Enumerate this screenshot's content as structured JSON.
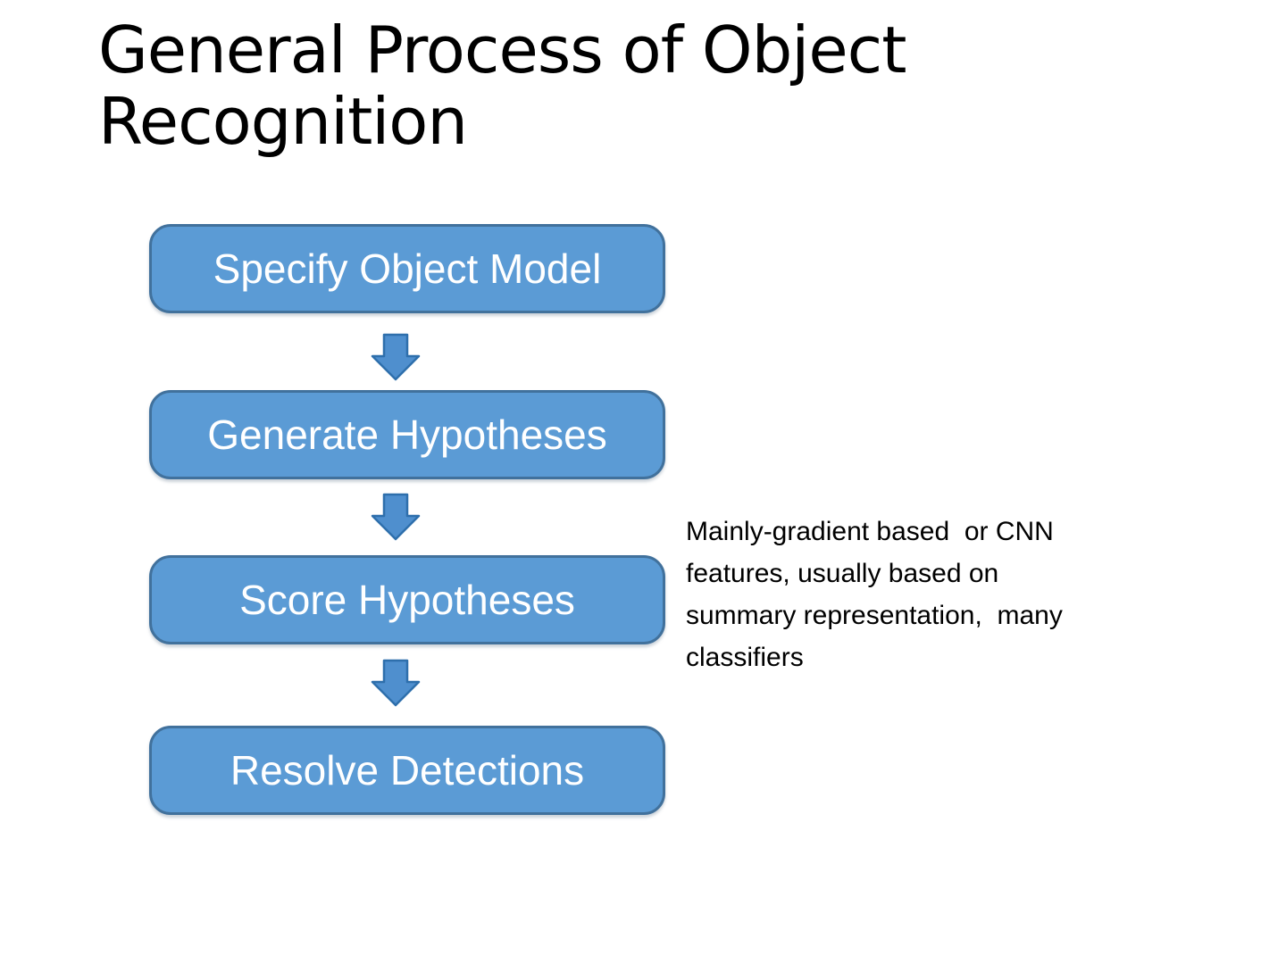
{
  "slide": {
    "title": "General Process of Object Recognition"
  },
  "flow": {
    "steps": [
      {
        "label": "Specify Object Model"
      },
      {
        "label": "Generate Hypotheses"
      },
      {
        "label": "Score Hypotheses"
      },
      {
        "label": "Resolve Detections"
      }
    ],
    "connector_icon": "down-block-arrow"
  },
  "annotation": {
    "text": "Mainly-gradient based  or CNN\nfeatures, usually based on\nsummary representation,  many\nclassifiers"
  },
  "colors": {
    "box_fill": "#5b9bd5",
    "box_border": "#41719c",
    "arrow_fill": "#4f8fce",
    "arrow_border": "#2e6fac",
    "box_text": "#ffffff",
    "title_text": "#000000",
    "annotation_text": "#000000",
    "background": "#ffffff"
  }
}
